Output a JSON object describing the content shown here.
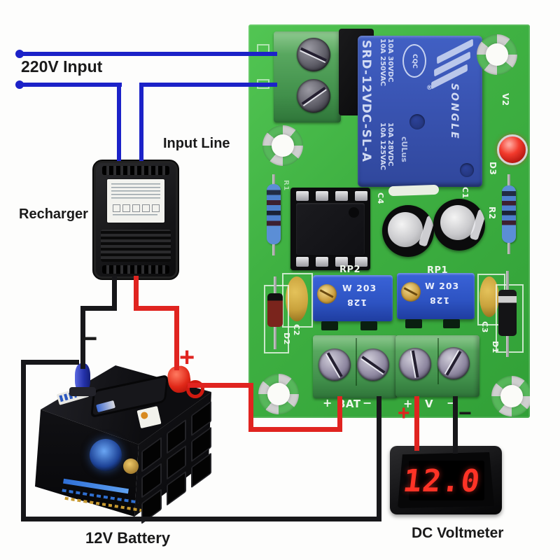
{
  "colors": {
    "wire_blue": "#1c22c8",
    "wire_red": "#e02420",
    "wire_black": "#17171a",
    "pcb_green": "#3fb142",
    "relay_blue": "#3a55b4",
    "trimmer_blue": "#2d53c2",
    "led_red": "#e62520",
    "digit_red": "#ff3326",
    "silk_white": "#eef6ec",
    "label_black": "#1a1a1a",
    "yellow_cap": "#c9a23c"
  },
  "labels": {
    "input_220v": "220V Input",
    "input_line": "Input Line",
    "recharger": "Recharger",
    "battery": "12V Battery",
    "voltmeter": "DC Voltmeter"
  },
  "polarity": {
    "battery_minus": "−",
    "battery_plus": "+",
    "meter_plus": "+",
    "meter_minus": "−"
  },
  "pcb": {
    "relay": {
      "brand": "SONGLE",
      "brand_reg": "®",
      "model": "SRD-12VDC-SL-A",
      "ratings": [
        "10A 250VAC",
        "10A 30VDC",
        "10A 125VAC",
        "10A 28VDC"
      ],
      "cert_cqc": "CQC",
      "cert_ul": "cULus"
    },
    "silkscreen": {
      "v2": "V2",
      "d3": "D3",
      "r2": "R2",
      "r1": "R1",
      "c1": "C1",
      "c4": "C4",
      "c2": "C2",
      "c3": "C3",
      "d1": "D1",
      "d2": "D2",
      "rp1": "RP1",
      "rp2": "RP2",
      "bat_plus": "+",
      "bat": "BAT",
      "bat_minus": "−",
      "v_plus": "+",
      "v": "V",
      "v_minus": "−"
    },
    "trimmer_marking_top": "W 203",
    "trimmer_marking_bottom": "128"
  },
  "meter": {
    "reading": "12.0"
  }
}
